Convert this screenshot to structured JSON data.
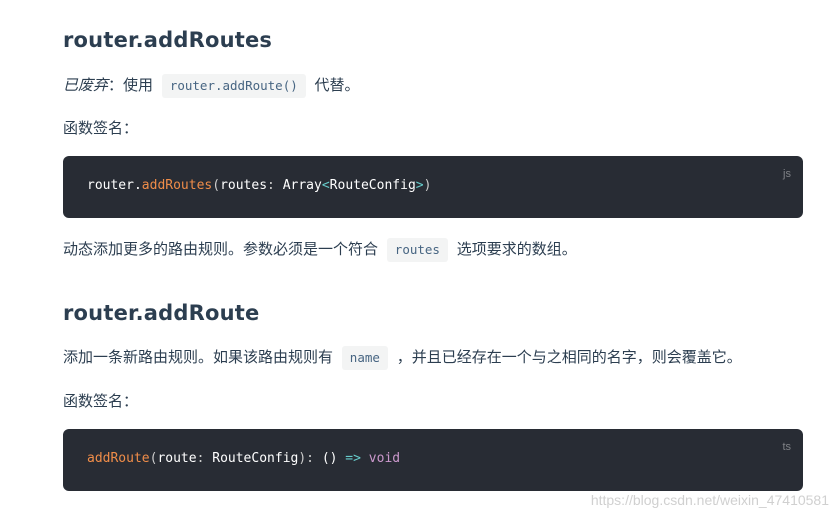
{
  "section1": {
    "title": "router.addRoutes",
    "deprecated_label": "已废弃",
    "deprecated_sep": "：使用",
    "deprecated_code": "router.addRoute()",
    "deprecated_suffix": "代替。",
    "signature_label": "函数签名：",
    "code_lang": "js",
    "code_tokens": {
      "t1": "router.",
      "t2": "addRoutes",
      "t3": "(",
      "t4": "routes",
      "t5": ":",
      "t6": " Array",
      "t7": "<",
      "t8": "RouteConfig",
      "t9": ">",
      "t10": ")"
    },
    "desc_prefix": "动态添加更多的路由规则。参数必须是一个符合",
    "desc_code": "routes",
    "desc_suffix": "选项要求的数组。"
  },
  "section2": {
    "title": "router.addRoute",
    "desc_prefix": "添加一条新路由规则。如果该路由规则有",
    "desc_code": "name",
    "desc_suffix": "，并且已经存在一个与之相同的名字，则会覆盖它。",
    "signature_label": "函数签名：",
    "code_lang": "ts",
    "code_tokens": {
      "t1": "addRoute",
      "t2": "(",
      "t3": "route",
      "t4": ":",
      "t5": " RouteConfig",
      "t6": ")",
      "t7": ":",
      "t8": " ()",
      "t9": " =>",
      "t10": " void"
    }
  },
  "watermark": "https://blog.csdn.net/weixin_47410581"
}
